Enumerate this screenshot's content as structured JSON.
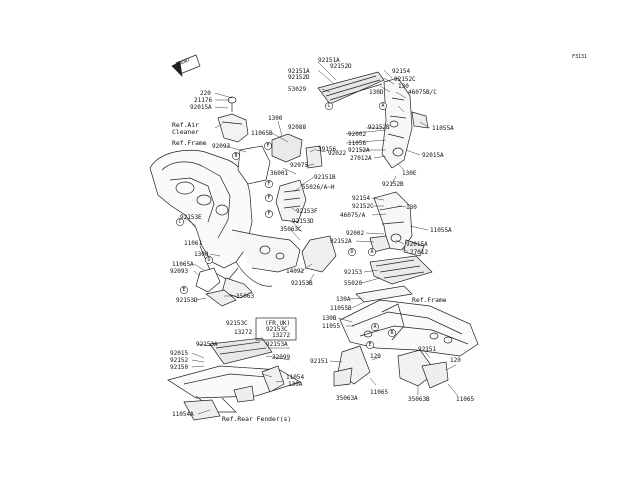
{
  "diagram": {
    "code": "F3131",
    "front_label": "FRONT",
    "refs": {
      "air_cleaner": "Ref.Air\nCleaner",
      "frame_top": "Ref.Frame",
      "frame_right": "Ref.Frame",
      "rear_fender": "Ref.Rear Fender(s)"
    },
    "region_box_label": "(FR,UK)",
    "circle_letters": [
      "A",
      "B",
      "C",
      "D",
      "E",
      "F"
    ],
    "parts": {
      "p220": "220",
      "p21176": "21176",
      "p92015a_top": "92015A",
      "p1300_top": "1300",
      "p92088": "92088",
      "p11065b": "11065B",
      "p92093_top": "92093",
      "p39156": "39156",
      "p92075": "92075",
      "p36001": "36001",
      "p92022": "92022",
      "p92151b": "92151B",
      "p55026": "55026/A~H",
      "p92153f": "92153F",
      "p92153e": "92153E",
      "p11061": "11061",
      "p92153d_mid": "92153D",
      "p35063c": "35063C",
      "p1300_left": "1300",
      "p11065a_left": "11065A",
      "p92093_left": "92093",
      "p14092": "14092",
      "p92153b_mid": "92153B",
      "p92153d_left": "92153D",
      "p35063": "35063",
      "p92151a_top": "92151A",
      "p92152d": "92152D",
      "p92151a_b": "92151A",
      "p92152d_b": "92152D",
      "p53029": "53029",
      "p92154_top": "92154",
      "p92152c_top": "92152C",
      "p130_top": "130",
      "p46075b": "46075B/C",
      "p130d": "130D",
      "p11055a_top": "11055A",
      "p92152b_top": "92152B",
      "p92002_top": "92002",
      "p11056": "11056",
      "p92152a_top": "92152A",
      "p27012a": "27012A",
      "p92015a_r": "92015A",
      "p130e": "130E",
      "p92152b_r": "92152B",
      "p92154_mid": "92154",
      "p92152c_mid": "92152C",
      "p130_mid": "130",
      "p46075a": "46075/A",
      "p11055a_mid": "11055A",
      "p92002_mid": "92002",
      "p92152a_mid": "92152A",
      "p92015a_mid": "92015A",
      "p27012": "27012",
      "p92153": "92153",
      "p55020": "55020",
      "p130a": "130A",
      "p11055b": "11055B",
      "p130b": "130B",
      "p11055": "11055",
      "p92151_l": "92151",
      "p120_l": "120",
      "p11065": "11065",
      "p35063a": "35063A",
      "p92151_r": "92151",
      "p120_r": "120",
      "p35063b": "35063B",
      "p11065_r": "11065",
      "p92153c_l": "92153C",
      "p13272_l": "13272",
      "p92153c_r": "92153C",
      "p13272_r": "13272",
      "p92153a_l": "92153A",
      "p92153a_r": "92153A",
      "p32099": "32099",
      "p92015": "92015",
      "p92152": "92152",
      "p92150": "92150",
      "p11054": "11054",
      "p130a_b": "130A",
      "p11054a": "11054A"
    }
  }
}
